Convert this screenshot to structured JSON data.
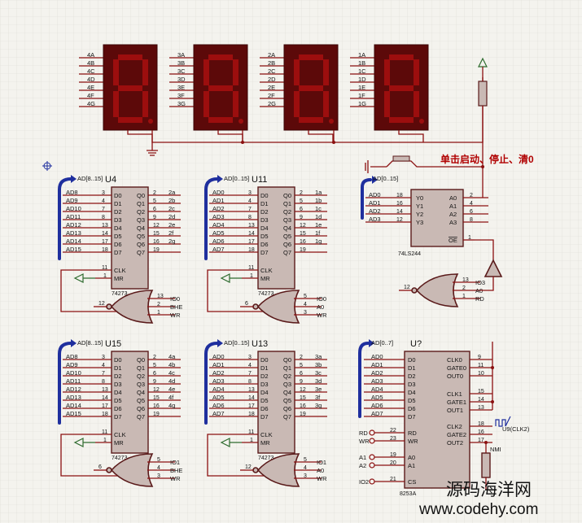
{
  "displays": [
    {
      "segs": [
        "4A",
        "4B",
        "4C",
        "4D",
        "4E",
        "4F",
        "4G"
      ]
    },
    {
      "segs": [
        "3A",
        "3B",
        "3C",
        "3D",
        "3E",
        "3F",
        "3G"
      ]
    },
    {
      "segs": [
        "2A",
        "2B",
        "2C",
        "2D",
        "2E",
        "2F",
        "2G"
      ]
    },
    {
      "segs": [
        "1A",
        "1B",
        "1C",
        "1D",
        "1E",
        "1F",
        "1G"
      ]
    }
  ],
  "button_label": "单击启动、停止、清0",
  "chips": {
    "u4": {
      "name": "U4",
      "type": "74273",
      "bus": "AD[8..15]",
      "in": [
        "AD8",
        "AD9",
        "AD10",
        "AD11",
        "AD12",
        "AD13",
        "AD14",
        "AD15"
      ],
      "in_pins": [
        "3",
        "4",
        "7",
        "8",
        "13",
        "14",
        "17",
        "18"
      ],
      "out_pins": [
        "2",
        "5",
        "6",
        "9",
        "12",
        "15",
        "16",
        "19"
      ],
      "out_nets": [
        "2a",
        "2b",
        "2c",
        "2d",
        "2e",
        "2f",
        "2g",
        ""
      ],
      "dpins": [
        "D0",
        "D1",
        "D2",
        "D3",
        "D4",
        "D5",
        "D6",
        "D7"
      ],
      "qpins": [
        "Q0",
        "Q1",
        "Q2",
        "Q3",
        "Q4",
        "Q5",
        "Q6",
        "Q7"
      ],
      "clk": "CLK",
      "mr": "MR",
      "clk_pin": "11",
      "mr_pin": "1"
    },
    "u11": {
      "name": "U11",
      "type": "74273",
      "bus": "AD[0..15]",
      "in": [
        "AD0",
        "AD1",
        "AD2",
        "AD3",
        "AD4",
        "AD5",
        "AD6",
        "AD7"
      ],
      "in_pins": [
        "3",
        "4",
        "7",
        "8",
        "13",
        "14",
        "17",
        "18"
      ],
      "out_pins": [
        "2",
        "5",
        "6",
        "9",
        "12",
        "15",
        "16",
        "19"
      ],
      "out_nets": [
        "1a",
        "1b",
        "1c",
        "1d",
        "1e",
        "1f",
        "1g",
        ""
      ],
      "dpins": [
        "D0",
        "D1",
        "D2",
        "D3",
        "D4",
        "D5",
        "D6",
        "D7"
      ],
      "qpins": [
        "Q0",
        "Q1",
        "Q2",
        "Q3",
        "Q4",
        "Q5",
        "Q6",
        "Q7"
      ],
      "clk": "CLK",
      "mr": "MR",
      "clk_pin": "11",
      "mr_pin": "1"
    },
    "u15": {
      "name": "U15",
      "type": "74273",
      "bus": "AD[8..15]",
      "in": [
        "AD8",
        "AD9",
        "AD10",
        "AD11",
        "AD12",
        "AD13",
        "AD14",
        "AD15"
      ],
      "in_pins": [
        "3",
        "4",
        "7",
        "8",
        "13",
        "14",
        "17",
        "18"
      ],
      "out_pins": [
        "2",
        "5",
        "6",
        "9",
        "12",
        "15",
        "16",
        "19"
      ],
      "out_nets": [
        "4a",
        "4b",
        "4c",
        "4d",
        "4e",
        "4f",
        "4g",
        ""
      ],
      "dpins": [
        "D0",
        "D1",
        "D2",
        "D3",
        "D4",
        "D5",
        "D6",
        "D7"
      ],
      "qpins": [
        "Q0",
        "Q1",
        "Q2",
        "Q3",
        "Q4",
        "Q5",
        "Q6",
        "Q7"
      ],
      "clk": "CLK",
      "mr": "MR",
      "clk_pin": "11",
      "mr_pin": "1"
    },
    "u13": {
      "name": "U13",
      "type": "74273",
      "bus": "AD[0..15]",
      "in": [
        "AD0",
        "AD1",
        "AD2",
        "AD3",
        "AD4",
        "AD5",
        "AD6",
        "AD7"
      ],
      "in_pins": [
        "3",
        "4",
        "7",
        "8",
        "13",
        "14",
        "17",
        "18"
      ],
      "out_pins": [
        "2",
        "5",
        "6",
        "9",
        "12",
        "15",
        "16",
        "19"
      ],
      "out_nets": [
        "3a",
        "3b",
        "3c",
        "3d",
        "3e",
        "3f",
        "3g",
        ""
      ],
      "dpins": [
        "D0",
        "D1",
        "D2",
        "D3",
        "D4",
        "D5",
        "D6",
        "D7"
      ],
      "qpins": [
        "Q0",
        "Q1",
        "Q2",
        "Q3",
        "Q4",
        "Q5",
        "Q6",
        "Q7"
      ],
      "clk": "CLK",
      "mr": "MR",
      "clk_pin": "11",
      "mr_pin": "1"
    }
  },
  "gates": {
    "g1": {
      "out_pin": "12",
      "in_pins": [
        "13",
        "2",
        "1"
      ],
      "in_nets": [
        "IO0",
        "BHE",
        "WR"
      ]
    },
    "g2": {
      "out_pin": "6",
      "in_pins": [
        "5",
        "4",
        "3"
      ],
      "in_nets": [
        "IO0",
        "A0",
        "WR"
      ]
    },
    "g3": {
      "out_pin": "6",
      "in_pins": [
        "5",
        "4",
        "3"
      ],
      "in_nets": [
        "IO1",
        "BHE",
        "WR"
      ]
    },
    "g4": {
      "out_pin": "12",
      "in_pins": [
        "5",
        "4",
        "3"
      ],
      "in_nets": [
        "IO1",
        "A0",
        "WR"
      ]
    },
    "g5": {
      "out_pin": "12",
      "in_pins": [
        "13",
        "2",
        "1"
      ],
      "in_nets": [
        "IO3",
        "A0",
        "RD"
      ]
    }
  },
  "buf244": {
    "type": "74LS244",
    "bus": "AD[0..15]",
    "in": [
      "AD0",
      "AD1",
      "AD2",
      "AD3"
    ],
    "in_pins": [
      "18",
      "16",
      "14",
      "12"
    ],
    "ypins": [
      "Y0",
      "Y1",
      "Y2",
      "Y3"
    ],
    "apins": [
      "A0",
      "A1",
      "A2",
      "A3"
    ],
    "out_pins": [
      "2",
      "4",
      "6",
      "8"
    ],
    "oe": "OE",
    "oe_pin": "1"
  },
  "pit": {
    "name": "U?",
    "type": "8253A",
    "bus": "AD[0..7]",
    "in": [
      "AD0",
      "AD1",
      "AD2",
      "AD3",
      "AD4",
      "AD5",
      "AD6",
      "AD7"
    ],
    "dpins": [
      "D0",
      "D1",
      "D2",
      "D3",
      "D4",
      "D5",
      "D6",
      "D7"
    ],
    "right": [
      "CLK0",
      "GATE0",
      "OUT0",
      "CLK1",
      "GATE1",
      "OUT1",
      "CLK2",
      "GATE2",
      "OUT2"
    ],
    "right_pins": [
      "9",
      "11",
      "10",
      "15",
      "14",
      "13",
      "18",
      "16",
      "17"
    ],
    "ctrl": [
      "RD",
      "WR",
      "A0",
      "A1",
      "CS"
    ],
    "ctrl_pins": [
      "22",
      "23",
      "19",
      "20",
      "21"
    ],
    "ctrl_nets": [
      "RD",
      "WR",
      "A1",
      "A2",
      "IO2"
    ],
    "clk_label": "U9(CLK2)",
    "nmi": "NMI"
  },
  "watermark": {
    "line1": "源码海洋网",
    "line2": "www.codehy.com"
  }
}
